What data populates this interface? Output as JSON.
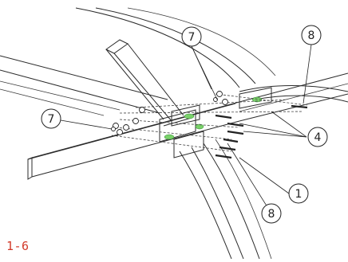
{
  "figure_label": "1-6",
  "callouts": [
    {
      "label": "7"
    },
    {
      "label": "8"
    },
    {
      "label": "7"
    },
    {
      "label": "4"
    },
    {
      "label": "1"
    },
    {
      "label": "8"
    }
  ],
  "colors": {
    "figure_label": "#d23a2a",
    "highlight": "#7ad16a",
    "linework": "#2b2b2b"
  }
}
